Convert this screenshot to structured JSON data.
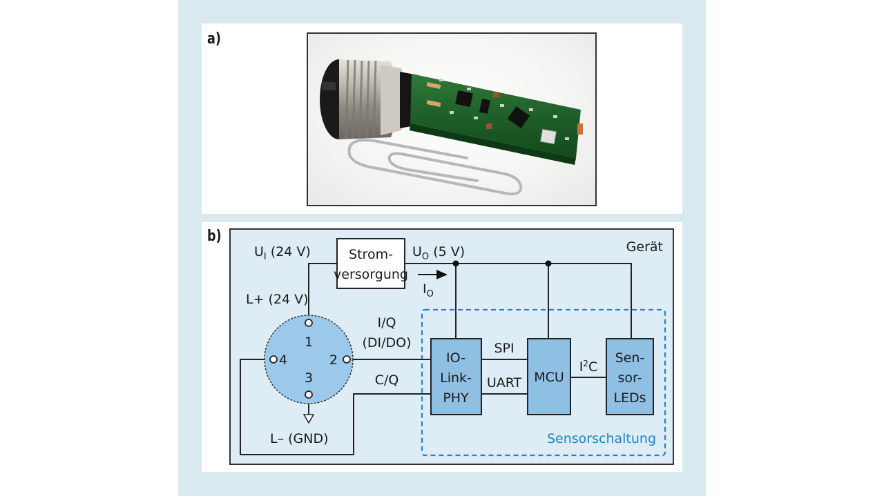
{
  "figure": {
    "panel_a": {
      "label": "a)",
      "photo": {
        "subject": "IO-Link sensor module with M12 connector and paper clip for scale"
      }
    },
    "panel_b": {
      "label": "b)",
      "device_label": "Gerät",
      "sensor_circuit_label": "Sensorschaltung",
      "power_supply": {
        "line1": "Strom-",
        "line2": "versorgung"
      },
      "input_voltage": {
        "prefix": "U",
        "sub": "I",
        "suffix": " (24 V)"
      },
      "output_voltage": {
        "prefix": "U",
        "sub": "O",
        "suffix": " (5 V)"
      },
      "current": {
        "prefix": "I",
        "sub": "O"
      },
      "l_plus": "L+ (24 V)",
      "l_minus": "L– (GND)",
      "connector_pins": [
        "1",
        "2",
        "3",
        "4"
      ],
      "signals": {
        "iq_line1": "I/Q",
        "iq_line2": "(DI/DO)",
        "cq": "C/Q",
        "spi": "SPI",
        "uart": "UART",
        "i2c_prefix": "I",
        "i2c_sup": "2",
        "i2c_suffix": "C"
      },
      "blocks": {
        "phy": [
          "IO-",
          "Link-",
          "PHY"
        ],
        "mcu": "MCU",
        "leds": [
          "Sen-",
          "sor-",
          "LEDs"
        ]
      },
      "colors": {
        "outer_background": "#d9e9f0",
        "diagram_fill": "#deedf5",
        "block_fill": "#8fbfe3",
        "connector_fill": "#9cc8ea",
        "accent_blue": "#1a86c7",
        "line": "#222222"
      }
    }
  }
}
